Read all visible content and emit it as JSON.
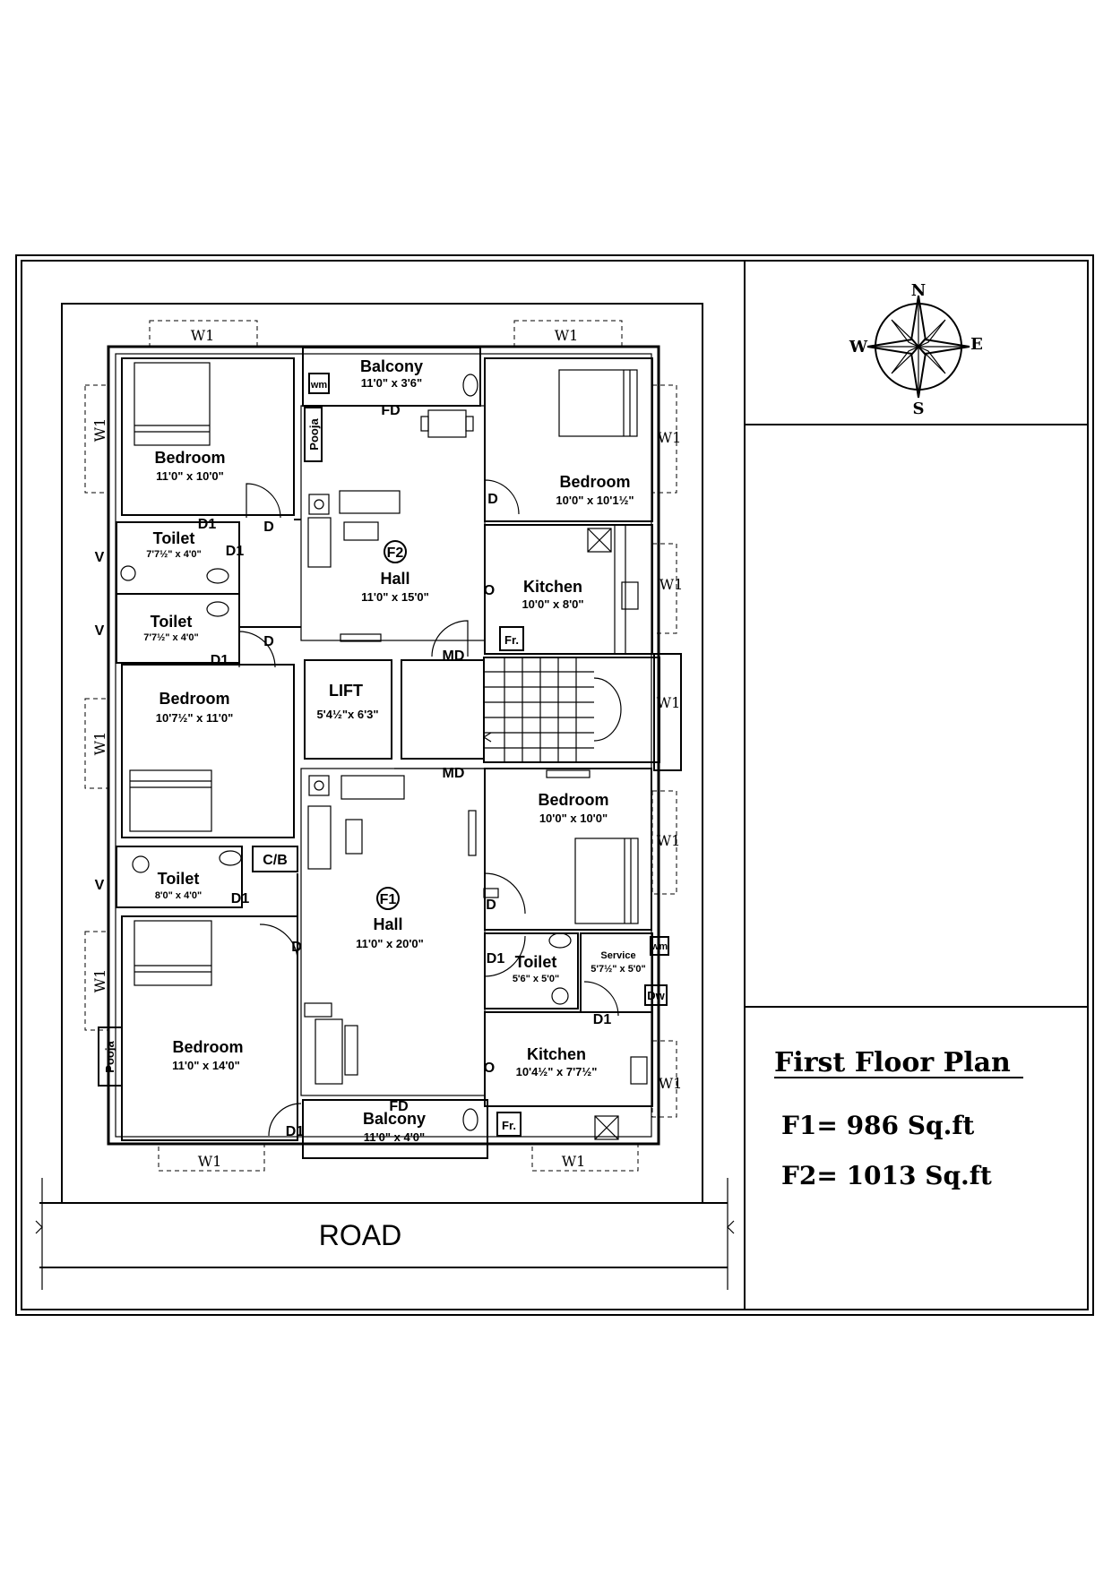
{
  "title": "First Floor Plan",
  "areas": [
    {
      "label": "F1= 986 Sq.ft"
    },
    {
      "label": "F2= 1013 Sq.ft"
    }
  ],
  "road": "ROAD",
  "compass": {
    "n": "N",
    "s": "S",
    "e": "E",
    "w": "W"
  },
  "rooms": {
    "balcony_top": {
      "name": "Balcony",
      "size": "11'0\" x 3'6\""
    },
    "bedroom_tl": {
      "name": "Bedroom",
      "size": "11'0\" x 10'0\""
    },
    "bedroom_tr": {
      "name": "Bedroom",
      "size": "10'0\" x 10'1½\""
    },
    "toilet_1": {
      "name": "Toilet",
      "size": "7'7½\" x 4'0\""
    },
    "toilet_2": {
      "name": "Toilet",
      "size": "7'7½\" x 4'0\""
    },
    "hall_f2": {
      "name": "Hall",
      "size": "11'0\" x 15'0\""
    },
    "kitchen_top": {
      "name": "Kitchen",
      "size": "10'0\" x 8'0\""
    },
    "bedroom_ml": {
      "name": "Bedroom",
      "size": "10'7½\" x 11'0\""
    },
    "lift": {
      "name": "LIFT",
      "size": "5'4½\"x 6'3\""
    },
    "bedroom_mr": {
      "name": "Bedroom",
      "size": "10'0\" x 10'0\""
    },
    "toilet_3": {
      "name": "Toilet",
      "size": "8'0\" x 4'0\""
    },
    "hall_f1": {
      "name": "Hall",
      "size": "11'0\" x 20'0\""
    },
    "toilet_4": {
      "name": "Toilet",
      "size": "5'6\" x 5'0\""
    },
    "service": {
      "name": "Service",
      "size": "5'7½\" x 5'0\""
    },
    "bedroom_bl": {
      "name": "Bedroom",
      "size": "11'0\" x 14'0\""
    },
    "kitchen_bot": {
      "name": "Kitchen",
      "size": "10'4½\" x 7'7½\""
    },
    "balcony_bot": {
      "name": "Balcony",
      "size": "11'0\" x 4'0\""
    }
  },
  "tags": {
    "w1": "W1",
    "v": "V",
    "d": "D",
    "d1": "D1",
    "md": "MD",
    "fd": "FD",
    "pooja": "Pooja",
    "wm": "wm",
    "fr": "Fr.",
    "cb": "C/B",
    "dw": "Dw",
    "o": "O",
    "f1": "F1",
    "f2": "F2"
  }
}
